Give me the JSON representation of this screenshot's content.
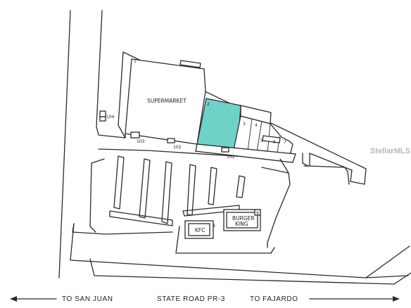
{
  "labels": {
    "supermarket": "SUPERMARKET",
    "kfc": "KFC",
    "burger_king_line1": "BURGER",
    "burger_king_line2": "KING"
  },
  "units": {
    "u1": "1",
    "u2": "2",
    "u3": "3",
    "u4": "4",
    "u5": "5",
    "u6": "6",
    "u7": "7",
    "u8": "8",
    "u9": "9",
    "u101": "101",
    "u102": "102",
    "u103": "103",
    "u104": "104"
  },
  "road": {
    "left": "TO SAN JUAN",
    "center": "STATE ROAD PR-3",
    "right": "TO FAJARDO"
  },
  "watermark": "StellarMLS",
  "colors": {
    "highlight": "#6fd2c9",
    "line": "#2b2b2b"
  }
}
